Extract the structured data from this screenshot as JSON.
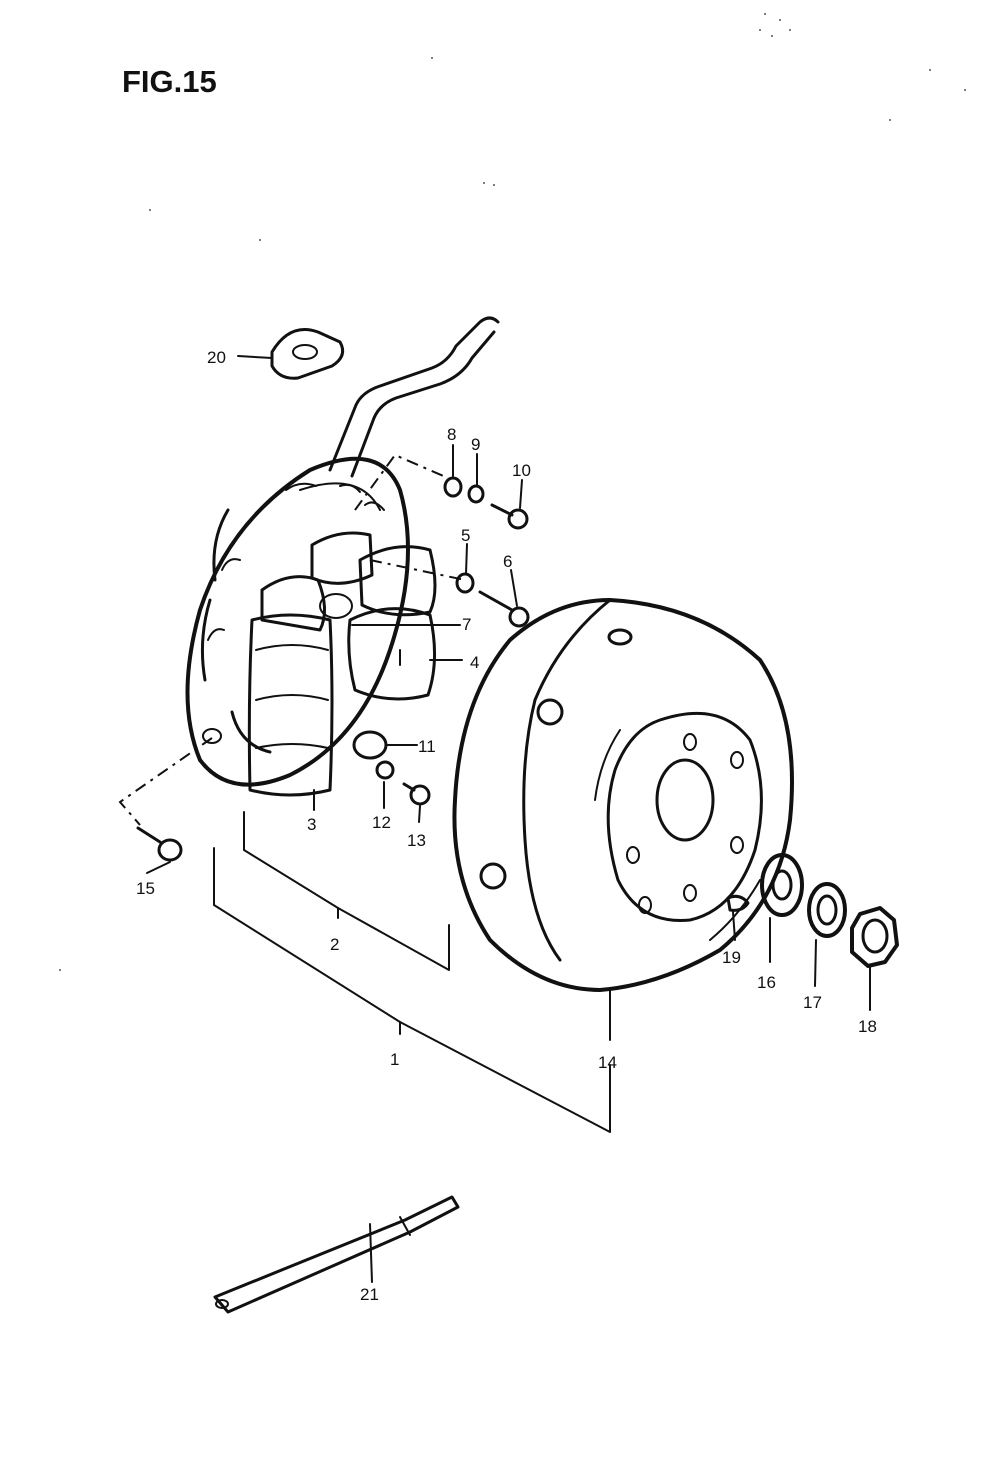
{
  "figure": {
    "title": "FIG.15"
  },
  "callouts": [
    {
      "id": "1",
      "text": "1"
    },
    {
      "id": "2",
      "text": "2"
    },
    {
      "id": "3",
      "text": "3"
    },
    {
      "id": "4",
      "text": "4"
    },
    {
      "id": "5",
      "text": "5"
    },
    {
      "id": "6",
      "text": "6"
    },
    {
      "id": "7",
      "text": "7"
    },
    {
      "id": "8",
      "text": "8"
    },
    {
      "id": "9",
      "text": "9"
    },
    {
      "id": "10",
      "text": "10"
    },
    {
      "id": "11",
      "text": "11"
    },
    {
      "id": "12",
      "text": "12"
    },
    {
      "id": "13",
      "text": "13"
    },
    {
      "id": "14",
      "text": "14"
    },
    {
      "id": "15",
      "text": "15"
    },
    {
      "id": "16",
      "text": "16"
    },
    {
      "id": "17",
      "text": "17"
    },
    {
      "id": "18",
      "text": "18"
    },
    {
      "id": "19",
      "text": "19"
    },
    {
      "id": "20",
      "text": "20"
    },
    {
      "id": "21",
      "text": "21"
    }
  ],
  "colors": {
    "ink": "#111111",
    "paper": "#ffffff"
  }
}
